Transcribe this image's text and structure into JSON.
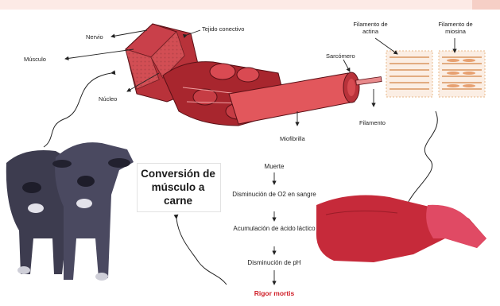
{
  "labels": {
    "nervio": "Nervio",
    "musculo": "Músculo",
    "nucleo": "Núcleo",
    "tejido_conectivo": "Tejido conectivo",
    "sarcomero": "Sarcómero",
    "filamento_actina": "Filamento de actina",
    "filamento_miosina": "Filamento de miosina",
    "miofibrilla": "Miofibrilla",
    "filamento": "Filamento"
  },
  "title": "Conversión de músculo a carne",
  "steps": [
    "Muerte",
    "Disminución de O2 en sangre",
    "Acumulación de ácido láctico",
    "Disminución de pH"
  ],
  "final_step": "Rigor mortis",
  "colors": {
    "muscle_dark": "#b8323a",
    "muscle_light": "#e85a5e",
    "meat": "#c62a3a",
    "fat": "#e04a64",
    "cattle": "#3d3c4f",
    "highlight": "#d0202a"
  }
}
